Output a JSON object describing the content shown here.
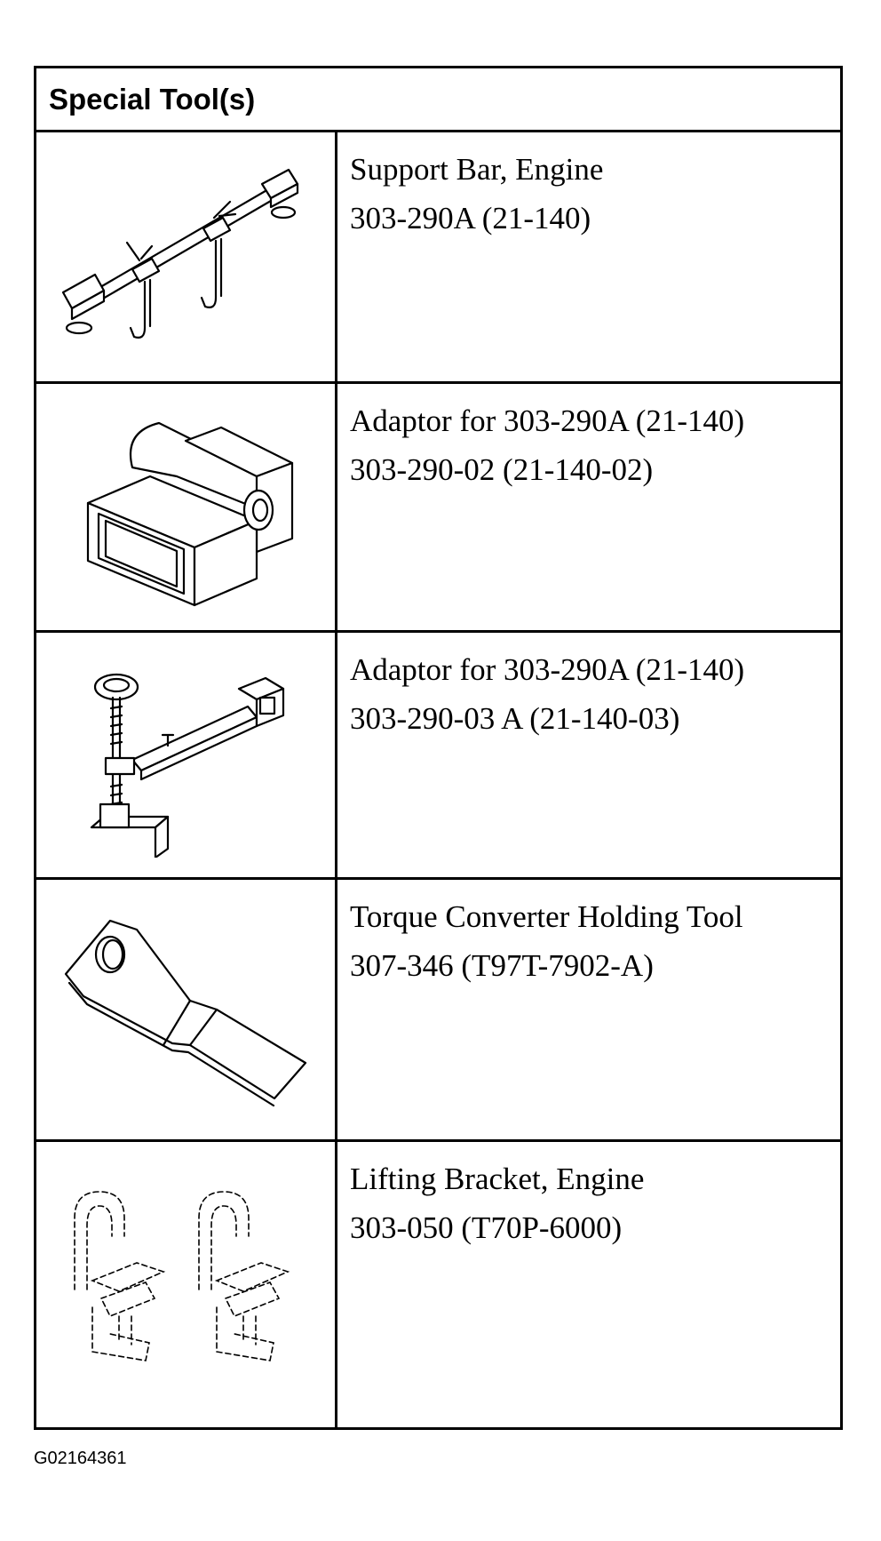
{
  "table": {
    "header": "Special Tool(s)",
    "rows": [
      {
        "name": "Support Bar, Engine",
        "number": "303-290A (21-140)",
        "icon": "support-bar-icon"
      },
      {
        "name": "Adaptor for 303-290A (21-140)",
        "number": "303-290-02 (21-140-02)",
        "icon": "adaptor-block-icon"
      },
      {
        "name": "Adaptor for 303-290A (21-140)",
        "number": "303-290-03 A (21-140-03)",
        "icon": "adaptor-arm-icon"
      },
      {
        "name": "Torque Converter Holding Tool",
        "number": "307-346 (T97T-7902-A)",
        "icon": "holding-tool-icon"
      },
      {
        "name": "Lifting Bracket, Engine",
        "number": "303-050 (T70P-6000)",
        "icon": "lifting-bracket-icon"
      }
    ]
  },
  "figure_id": "G02164361"
}
